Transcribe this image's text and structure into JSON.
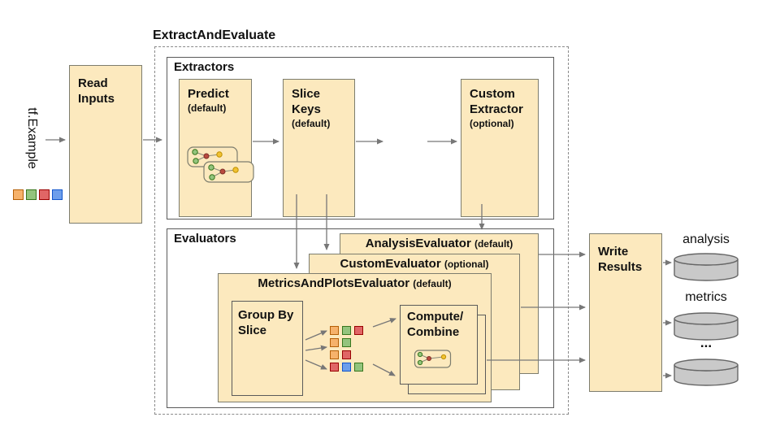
{
  "palette": {
    "orange": {
      "fill": "#F6B26B",
      "stroke": "#B45F06"
    },
    "green": {
      "fill": "#93C47D",
      "stroke": "#38761D"
    },
    "red": {
      "fill": "#E06666",
      "stroke": "#990000"
    },
    "blue": {
      "fill": "#6D9EEB",
      "stroke": "#1155CC"
    }
  },
  "input": {
    "label": "tf.Example",
    "squares": [
      "orange",
      "green",
      "red",
      "blue"
    ]
  },
  "read_inputs": {
    "label": "Read Inputs"
  },
  "pipeline_title": "ExtractAndEvaluate",
  "extractors": {
    "title": "Extractors",
    "ellipsis": "...",
    "predict": {
      "name": "Predict",
      "qualifier": "(default)"
    },
    "slice_keys": {
      "name": "Slice Keys",
      "qualifier": "(default)"
    },
    "custom": {
      "name": "Custom Extractor",
      "qualifier": "(optional)"
    }
  },
  "evaluators": {
    "title": "Evaluators",
    "analysis": {
      "name": "AnalysisEvaluator",
      "qualifier": "(default)"
    },
    "custom": {
      "name": "CustomEvaluator",
      "qualifier": "(optional)"
    },
    "metrics_and_plots": {
      "name": "MetricsAndPlotsEvaluator",
      "qualifier": "(default)"
    },
    "group_by_slice": {
      "label": "Group By Slice"
    },
    "compute_combine": {
      "line1": "Compute/",
      "line2": "Combine"
    },
    "slice_rows": [
      [
        "orange",
        "green",
        "red"
      ],
      [
        "orange",
        "green"
      ],
      [
        "orange",
        "red"
      ],
      [
        "red",
        "blue",
        "green"
      ]
    ]
  },
  "write_results": {
    "label": "Write Results"
  },
  "outputs": [
    {
      "label": "analysis"
    },
    {
      "label": "metrics"
    },
    {
      "label": "..."
    }
  ],
  "colors": {
    "box_fill": "#FCE9BE",
    "box_border": "#7d7d6e",
    "container_border": "#5a5a5a",
    "arrow": "#777777",
    "cylinder_fill": "#C9C9C9",
    "cylinder_border": "#666666"
  }
}
